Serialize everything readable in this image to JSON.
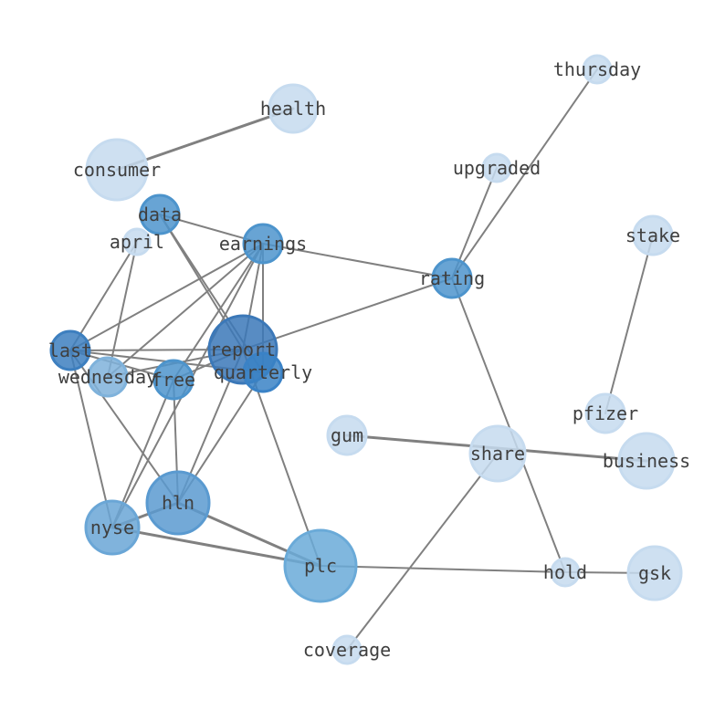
{
  "nodes": [
    {
      "id": "thursday",
      "label": "thursday",
      "color": "#c6dbef"
    },
    {
      "id": "health",
      "label": "health",
      "color": "#c6dbef"
    },
    {
      "id": "consumer",
      "label": "consumer",
      "color": "#c6dbef"
    },
    {
      "id": "upgraded",
      "label": "upgraded",
      "color": "#c6dbef"
    },
    {
      "id": "data",
      "label": "data",
      "color": "#4d94cc"
    },
    {
      "id": "april",
      "label": "april",
      "color": "#c6dbef"
    },
    {
      "id": "earnings",
      "label": "earnings",
      "color": "#4d94cc"
    },
    {
      "id": "stake",
      "label": "stake",
      "color": "#c6dbef"
    },
    {
      "id": "rating",
      "label": "rating",
      "color": "#4d94cc"
    },
    {
      "id": "last",
      "label": "last",
      "color": "#3d7fbf"
    },
    {
      "id": "report",
      "label": "report",
      "color": "#3b78b8"
    },
    {
      "id": "wednesday",
      "label": "wednesday",
      "color": "#7fb2db"
    },
    {
      "id": "free",
      "label": "free",
      "color": "#4d94cc"
    },
    {
      "id": "quarterly",
      "label": "quarterly",
      "color": "#3a82c6"
    },
    {
      "id": "pfizer",
      "label": "pfizer",
      "color": "#c6dbef"
    },
    {
      "id": "gum",
      "label": "gum",
      "color": "#c6dbef"
    },
    {
      "id": "share",
      "label": "share",
      "color": "#c6dbef"
    },
    {
      "id": "business",
      "label": "business",
      "color": "#c6dbef"
    },
    {
      "id": "hln",
      "label": "hln",
      "color": "#5a9ad0"
    },
    {
      "id": "nyse",
      "label": "nyse",
      "color": "#6aa6d6"
    },
    {
      "id": "plc",
      "label": "plc",
      "color": "#6aaad8"
    },
    {
      "id": "hold",
      "label": "hold",
      "color": "#c6dbef"
    },
    {
      "id": "gsk",
      "label": "gsk",
      "color": "#c6dbef"
    },
    {
      "id": "coverage",
      "label": "coverage",
      "color": "#c6dbef"
    }
  ],
  "edges": [
    {
      "source": "consumer",
      "target": "health",
      "weight": 2
    },
    {
      "source": "thursday",
      "target": "rating",
      "weight": 1
    },
    {
      "source": "upgraded",
      "target": "rating",
      "weight": 1
    },
    {
      "source": "rating",
      "target": "hold",
      "weight": 1
    },
    {
      "source": "rating",
      "target": "earnings",
      "weight": 1
    },
    {
      "source": "rating",
      "target": "report",
      "weight": 1
    },
    {
      "source": "stake",
      "target": "pfizer",
      "weight": 1
    },
    {
      "source": "gum",
      "target": "business",
      "weight": 2
    },
    {
      "source": "share",
      "target": "coverage",
      "weight": 1
    },
    {
      "source": "plc",
      "target": "hold",
      "weight": 1
    },
    {
      "source": "hold",
      "target": "gsk",
      "weight": 1
    },
    {
      "source": "data",
      "target": "earnings",
      "weight": 1
    },
    {
      "source": "data",
      "target": "report",
      "weight": 1
    },
    {
      "source": "data",
      "target": "quarterly",
      "weight": 1
    },
    {
      "source": "april",
      "target": "last",
      "weight": 1
    },
    {
      "source": "april",
      "target": "wednesday",
      "weight": 1
    },
    {
      "source": "earnings",
      "target": "last",
      "weight": 1
    },
    {
      "source": "earnings",
      "target": "wednesday",
      "weight": 1
    },
    {
      "source": "earnings",
      "target": "free",
      "weight": 1
    },
    {
      "source": "earnings",
      "target": "quarterly",
      "weight": 1
    },
    {
      "source": "earnings",
      "target": "report",
      "weight": 1
    },
    {
      "source": "earnings",
      "target": "nyse",
      "weight": 1
    },
    {
      "source": "last",
      "target": "report",
      "weight": 1
    },
    {
      "source": "last",
      "target": "free",
      "weight": 1
    },
    {
      "source": "last",
      "target": "quarterly",
      "weight": 1
    },
    {
      "source": "last",
      "target": "nyse",
      "weight": 1
    },
    {
      "source": "last",
      "target": "hln",
      "weight": 1
    },
    {
      "source": "wednesday",
      "target": "report",
      "weight": 1
    },
    {
      "source": "free",
      "target": "report",
      "weight": 1
    },
    {
      "source": "free",
      "target": "hln",
      "weight": 1
    },
    {
      "source": "free",
      "target": "nyse",
      "weight": 1
    },
    {
      "source": "report",
      "target": "plc",
      "weight": 1
    },
    {
      "source": "report",
      "target": "hln",
      "weight": 1
    },
    {
      "source": "quarterly",
      "target": "hln",
      "weight": 1
    },
    {
      "source": "hln",
      "target": "nyse",
      "weight": 2
    },
    {
      "source": "hln",
      "target": "plc",
      "weight": 2
    },
    {
      "source": "nyse",
      "target": "plc",
      "weight": 2
    }
  ]
}
